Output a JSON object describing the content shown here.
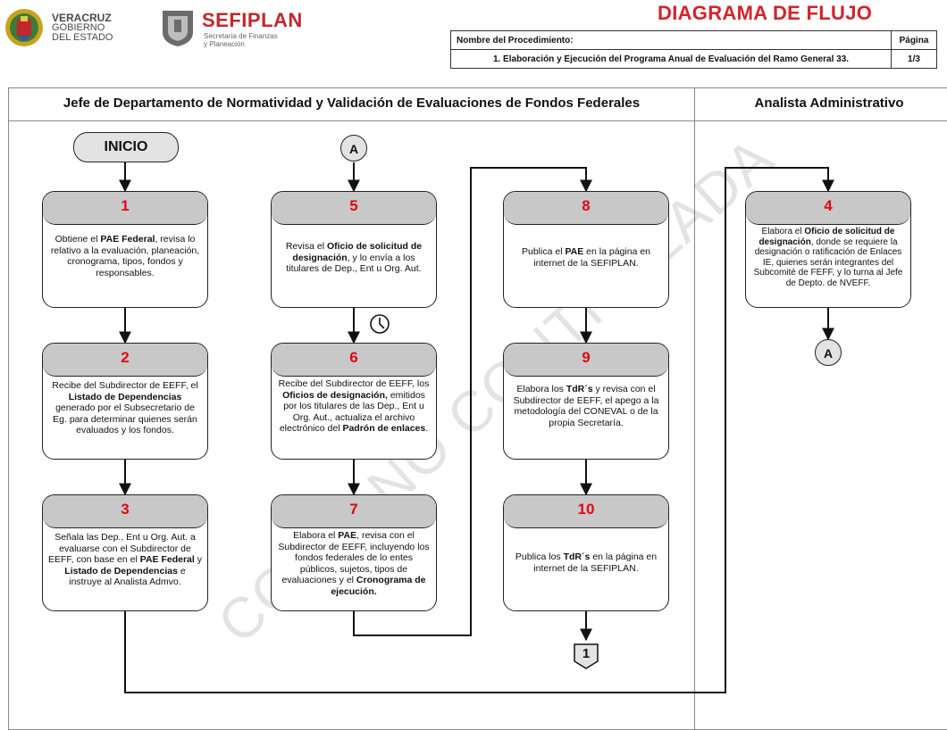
{
  "header": {
    "veracruz": [
      "VERACRUZ",
      "GOBIERNO",
      "DEL ESTADO"
    ],
    "sefiplan": "SEFIPLAN",
    "sefiplan_sub": [
      "Secretaría de Finanzas",
      "y Planeación"
    ],
    "doc_title": "DIAGRAMA DE FLUJO",
    "proc_label": "Nombre del Procedimiento:",
    "page_label": "Página",
    "proc_name": "1. Elaboración y Ejecución del Programa Anual de Evaluación del Ramo General 33.",
    "page_value": "1/3"
  },
  "lanes": {
    "left": "Jefe de Departamento de Normatividad y Validación de Evaluaciones de Fondos Federales",
    "right": "Analista Administrativo"
  },
  "watermark": "COPIA NO CONTROLADA",
  "flow": {
    "start": "INICIO",
    "connector_a": "A",
    "offpage": "1",
    "steps": [
      {
        "num": "1",
        "html_parts": [
          "Obtiene el ",
          "PAE Federal",
          ", revisa lo relativo a la evaluación, planeación, cronograma, tipos, fondos y responsables."
        ]
      },
      {
        "num": "2",
        "html_parts": [
          "Recibe del Subdirector de EEFF, el ",
          "Listado de Dependencias",
          " generado por el Subsecretario de Eg. para determinar quienes serán evaluados y los fondos."
        ]
      },
      {
        "num": "3",
        "html_parts": [
          "Señala las Dep., Ent u Org. Aut. a evaluarse con el Subdirector de EEFF, con base en el ",
          "PAE Federal",
          " y ",
          "Listado de Dependencias",
          " e instruye al Analista Admvo."
        ]
      },
      {
        "num": "4",
        "html_parts": [
          "Elabora el ",
          "Oficio de solicitud de designación",
          ", donde se requiere la designación o ratificación de Enlaces IE, quienes serán integrantes  del Subcomité de FEFF, y lo turna al Jefe de Depto. de NVEFF."
        ]
      },
      {
        "num": "5",
        "html_parts": [
          "Revisa el ",
          "Oficio de solicitud de designación",
          ", y lo envía a los titulares de Dep., Ent u Org. Aut."
        ]
      },
      {
        "num": "6",
        "html_parts": [
          "Recibe del Subdirector de EEFF, los ",
          "Oficios de designación,",
          " emitidos por los titulares de las Dep., Ent u Org. Aut., actualiza el archivo electrónico del ",
          "Padrón de enlaces",
          "."
        ]
      },
      {
        "num": "7",
        "html_parts": [
          "Elabora el ",
          "PAE",
          ", revisa con el Subdirector de EEFF, incluyendo los fondos federales de lo entes públicos, sujetos, tipos de evaluaciones y el ",
          "Cronograma de ejecución."
        ]
      },
      {
        "num": "8",
        "html_parts": [
          "Publica el ",
          "PAE",
          " en la página en internet de la SEFIPLAN."
        ]
      },
      {
        "num": "9",
        "html_parts": [
          "Elabora los ",
          "TdR´s",
          " y revisa con el Subdirector de EEFF, el apego a la metodología del CONEVAL o de la propia Secretaría."
        ]
      },
      {
        "num": "10",
        "html_parts": [
          "Publica los ",
          "TdR´s",
          " en la página en internet de la SEFIPLAN."
        ]
      }
    ]
  }
}
